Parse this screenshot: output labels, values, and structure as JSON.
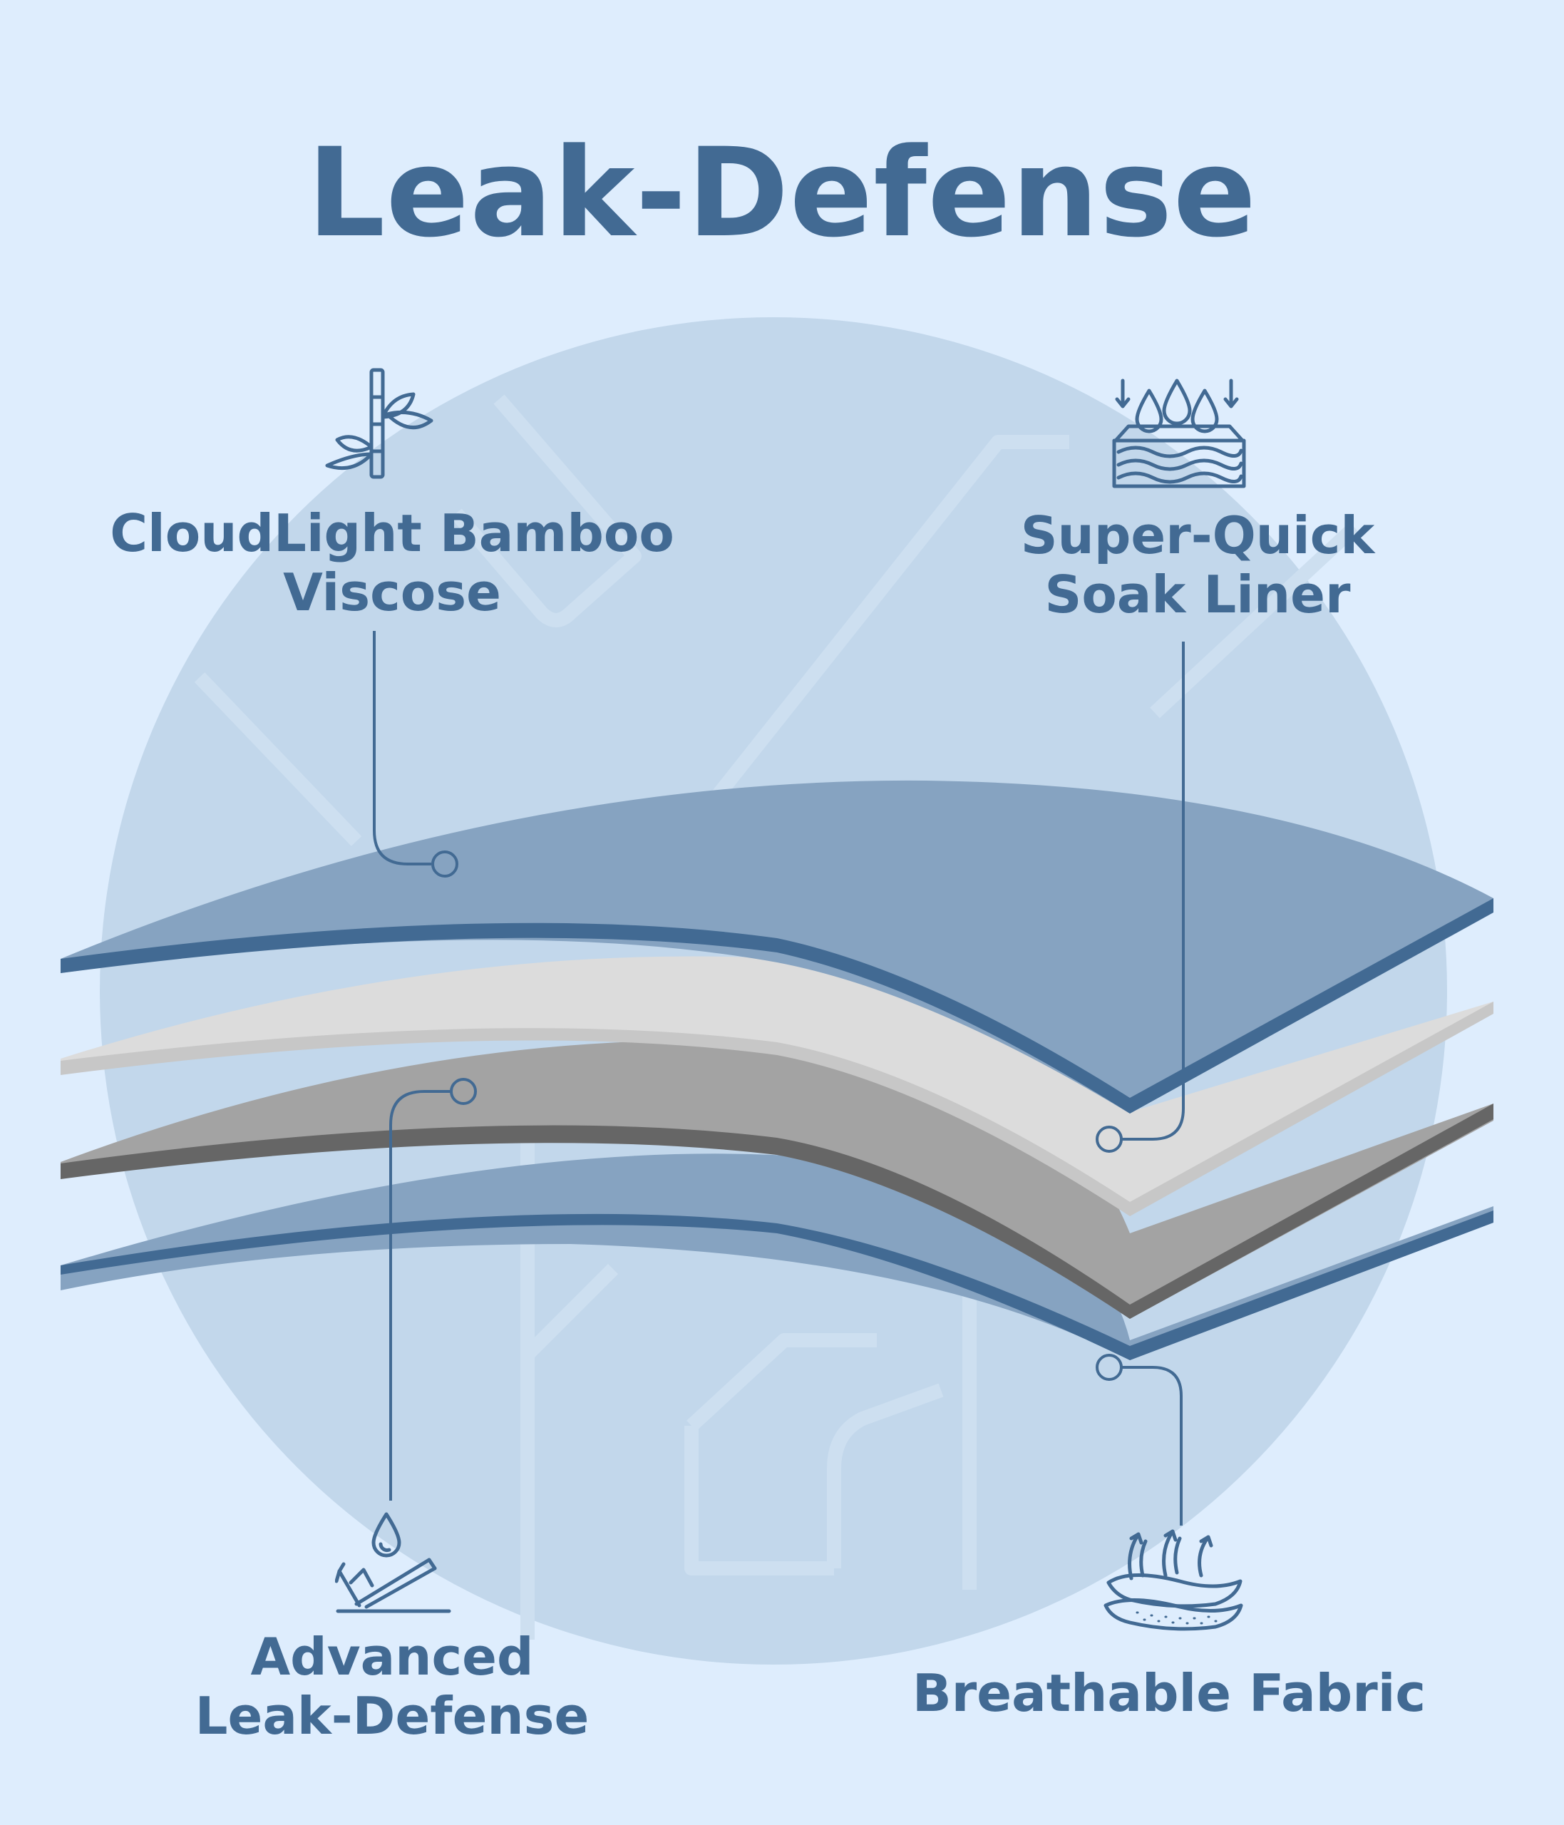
{
  "title": "Leak-Defense",
  "colors": {
    "background": "#deedfd",
    "circle": "#c2d7eb",
    "accent": "#426a93",
    "layer_blue_fill": "#86a3c1",
    "layer_white_fill": "#dcdcdc",
    "layer_gray_fill": "#a3a3a3"
  },
  "features": [
    {
      "icon": "bamboo-icon",
      "lines": [
        "CloudLight Bamboo",
        "Viscose"
      ]
    },
    {
      "icon": "water-absorb-icon",
      "lines": [
        "Super-Quick",
        "Soak Liner"
      ]
    },
    {
      "icon": "leak-proof-icon",
      "lines": [
        "Advanced",
        "Leak-Defense"
      ]
    },
    {
      "icon": "breathable-icon",
      "lines": [
        "Breathable Fabric"
      ]
    }
  ]
}
